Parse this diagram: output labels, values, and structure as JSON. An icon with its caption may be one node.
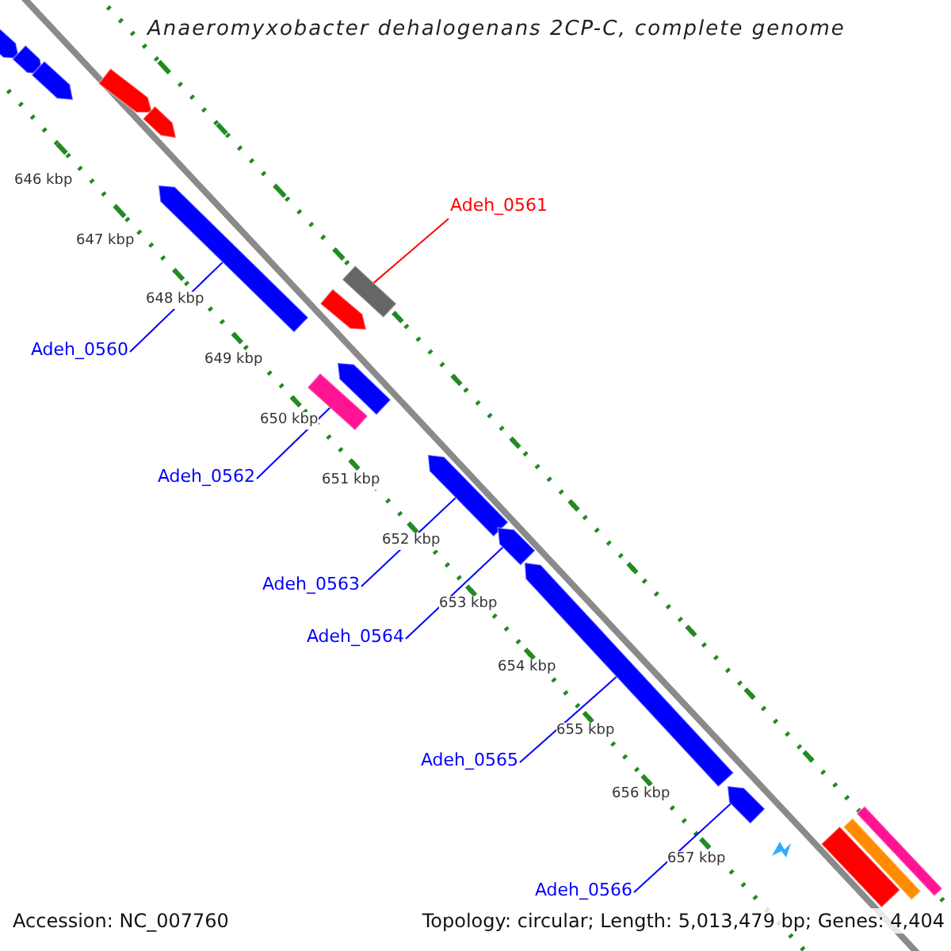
{
  "diagram": {
    "title": "Anaeromyxobacter dehalogenans 2CP-C, complete genome",
    "nodes": [
      {
        "text": [
          "Adeh_0561"
        ]
      },
      {
        "text": [],
        "shape": "bar"
      },
      {
        "text": [],
        "shape": "bar"
      },
      {
        "text": [
          "Adeh_0560"
        ]
      },
      {
        "text": [],
        "shape": "bar"
      },
      {
        "text": [
          "Adeh_0562"
        ]
      },
      {
        "text": [],
        "shape": "bar"
      },
      {
        "text": [
          "Adeh_0563"
        ]
      },
      {
        "text": [],
        "shape": "bar"
      },
      {
        "text": [
          "Adeh_0564"
        ]
      },
      {
        "text": [],
        "shape": "bar"
      },
      {
        "text": [
          "Adeh_0565"
        ]
      },
      {
        "text": [],
        "shape": "bar"
      },
      {
        "text": [
          "Adeh_0566"
        ]
      },
      {
        "text": [],
        "shape": "bar"
      },
      {
        "text": [],
        "shape": "bar"
      },
      {
        "text": [],
        "shape": "bar"
      },
      {
        "text": [],
        "shape": "bar"
      },
      {
        "text": [],
        "shape": "bar"
      },
      {
        "text": [],
        "shape": "bar"
      },
      {
        "text": [],
        "shape": "bar"
      },
      {
        "text": [],
        "shape": "box"
      },
      {
        "text": [],
        "shape": "box"
      },
      {
        "text": [],
        "shape": "box"
      }
    ],
    "edges": [
      {
        "from": 0,
        "to": 1,
        "arrow": "none",
        "color": "#ff0000"
      },
      {
        "from": 3,
        "to": 2,
        "arrow": "none"
      },
      {
        "from": 5,
        "to": 4,
        "arrow": "none"
      },
      {
        "from": 7,
        "to": 6,
        "arrow": "none"
      },
      {
        "from": 9,
        "to": 8,
        "arrow": "none"
      },
      {
        "from": 11,
        "to": 10,
        "arrow": "none"
      },
      {
        "from": 13,
        "to": 12,
        "arrow": "none"
      }
    ],
    "labels": [
      "646 kbp",
      "647 kbp",
      "648 kbp",
      "649 kbp",
      "650 kbp",
      "651 kbp",
      "652 kbp",
      "653 kbp",
      "654 kbp",
      "655 kbp",
      "656 kbp",
      "657 kbp",
      "Accession: NC_007760",
      "Topology: circular; Length: 5,013,479 bp; Genes: 4,404"
    ]
  }
}
